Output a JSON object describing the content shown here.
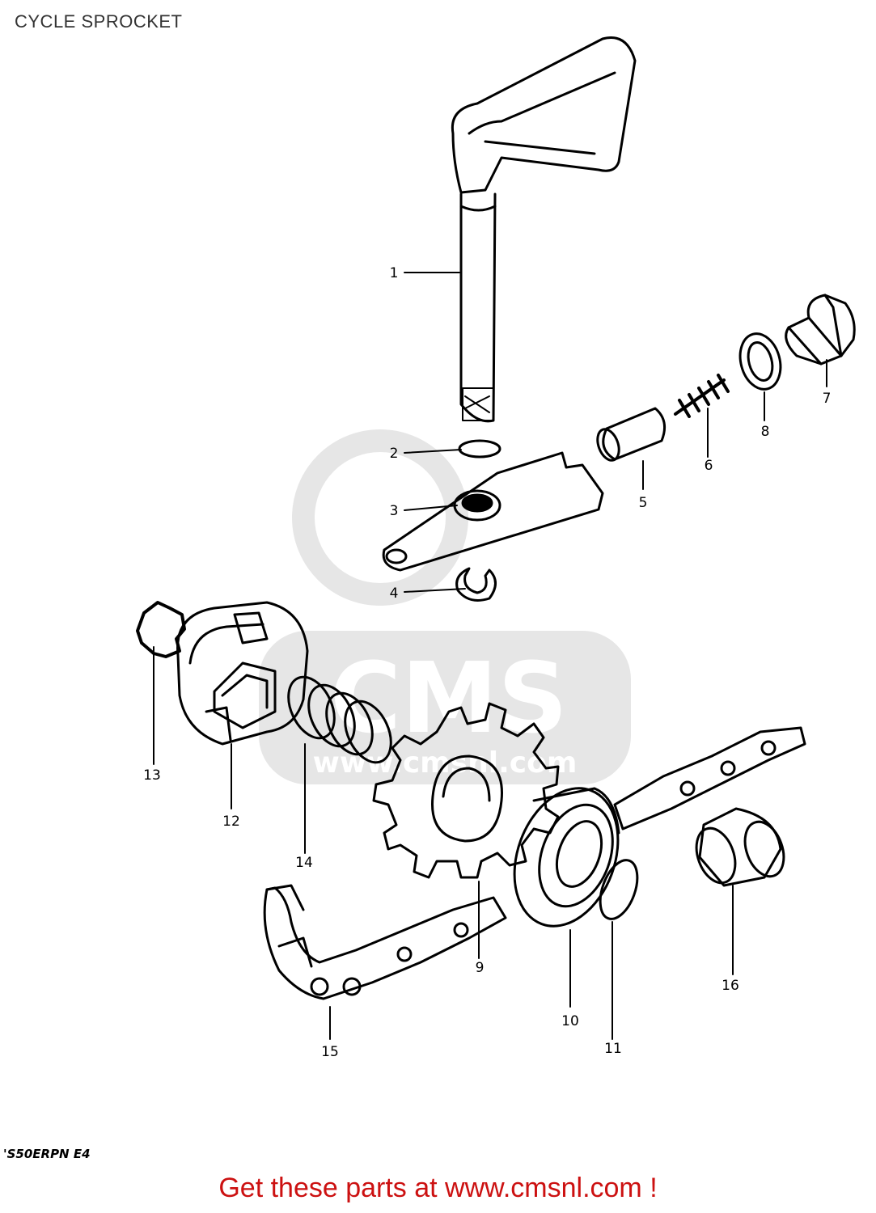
{
  "title": "CYCLE SPROCKET",
  "footer": "Get these parts at www.cmsnl.com !",
  "diagram_code": "'S50ERPN E4",
  "watermark": {
    "brand": "CMS",
    "site": "www.cmsnl.com"
  },
  "colors": {
    "cta": "#cc1111",
    "line": "#000000",
    "watermark": "#e6e6e6"
  },
  "callouts": [
    {
      "number": "1"
    },
    {
      "number": "2"
    },
    {
      "number": "3"
    },
    {
      "number": "4"
    },
    {
      "number": "5"
    },
    {
      "number": "6"
    },
    {
      "number": "7"
    },
    {
      "number": "8"
    },
    {
      "number": "9"
    },
    {
      "number": "10"
    },
    {
      "number": "11"
    },
    {
      "number": "12"
    },
    {
      "number": "13"
    },
    {
      "number": "14"
    },
    {
      "number": "15"
    },
    {
      "number": "16"
    }
  ]
}
